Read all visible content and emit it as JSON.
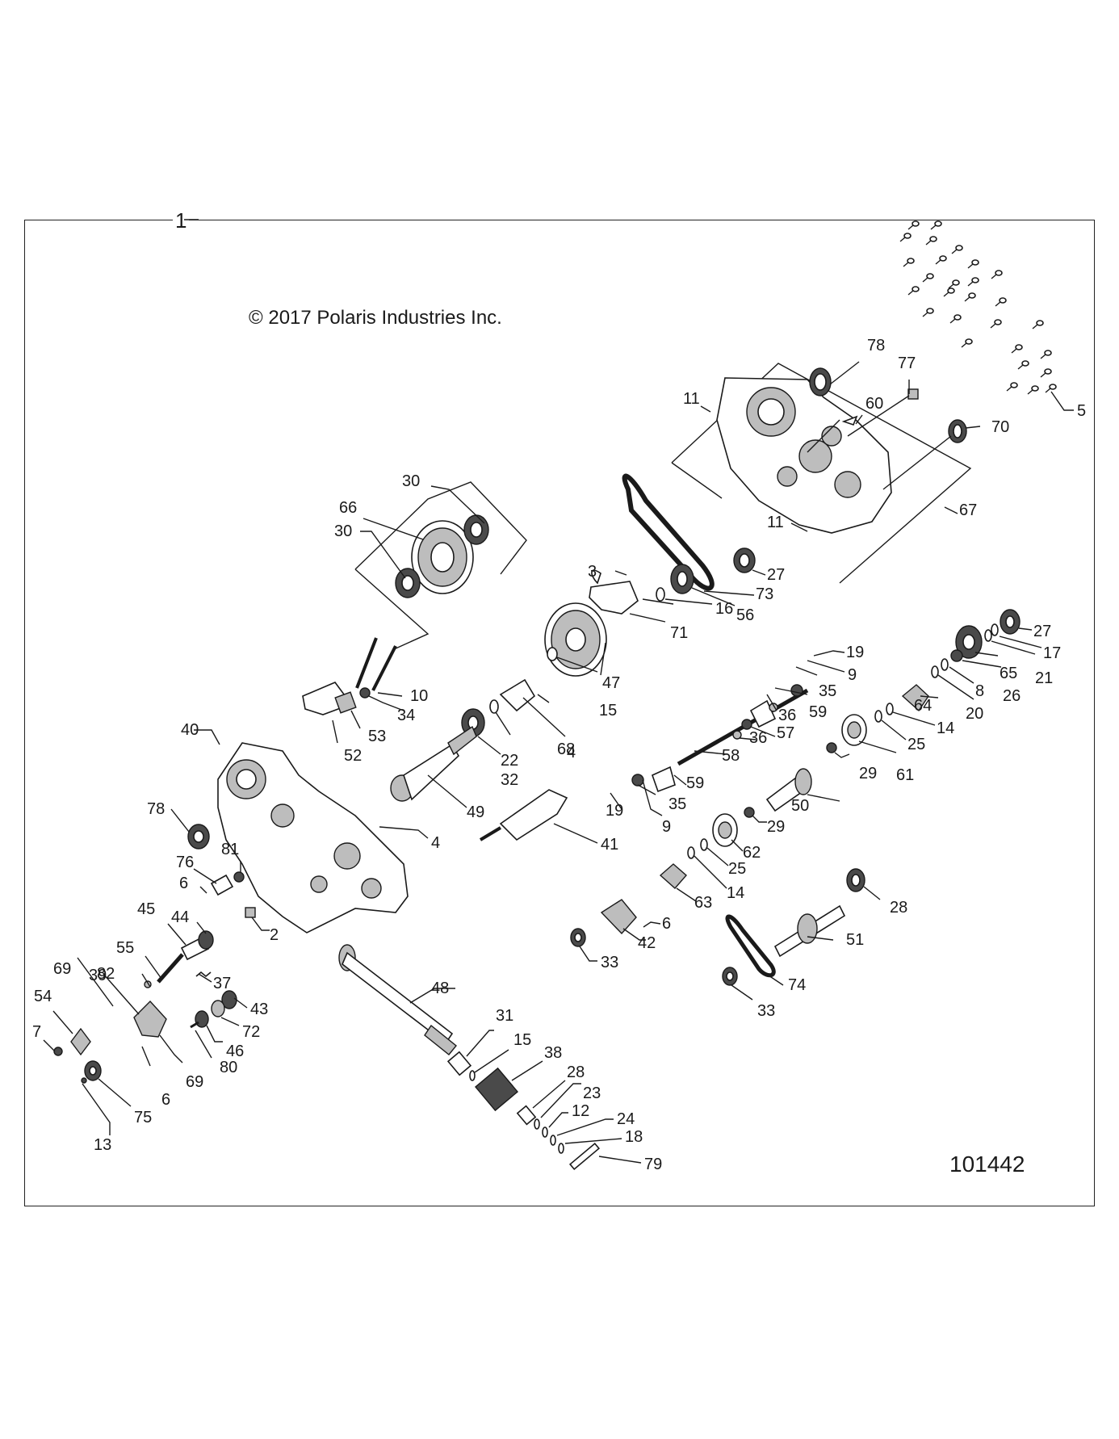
{
  "frame_label": "1",
  "copyright": "© 2017 Polaris Industries Inc.",
  "figure_id": "101442",
  "callouts": [
    {
      "id": "c-5",
      "text": "5"
    },
    {
      "id": "c-78a",
      "text": "78"
    },
    {
      "id": "c-77",
      "text": "77"
    },
    {
      "id": "c-11a",
      "text": "11"
    },
    {
      "id": "c-60",
      "text": "60"
    },
    {
      "id": "c-70",
      "text": "70"
    },
    {
      "id": "c-30a",
      "text": "30"
    },
    {
      "id": "c-66",
      "text": "66"
    },
    {
      "id": "c-30b",
      "text": "30"
    },
    {
      "id": "c-11b",
      "text": "11"
    },
    {
      "id": "c-67",
      "text": "67"
    },
    {
      "id": "c-27a",
      "text": "27"
    },
    {
      "id": "c-3",
      "text": "3"
    },
    {
      "id": "c-73",
      "text": "73"
    },
    {
      "id": "c-56",
      "text": "56"
    },
    {
      "id": "c-16",
      "text": "16"
    },
    {
      "id": "c-71",
      "text": "71"
    },
    {
      "id": "c-27b",
      "text": "27"
    },
    {
      "id": "c-17",
      "text": "17"
    },
    {
      "id": "c-21",
      "text": "21"
    },
    {
      "id": "c-65",
      "text": "65"
    },
    {
      "id": "c-26",
      "text": "26"
    },
    {
      "id": "c-19a",
      "text": "19"
    },
    {
      "id": "c-9a",
      "text": "9"
    },
    {
      "id": "c-35a",
      "text": "35"
    },
    {
      "id": "c-59a",
      "text": "59"
    },
    {
      "id": "c-36a",
      "text": "36"
    },
    {
      "id": "c-47",
      "text": "47"
    },
    {
      "id": "c-15a",
      "text": "15"
    },
    {
      "id": "c-8",
      "text": "8"
    },
    {
      "id": "c-20",
      "text": "20"
    },
    {
      "id": "c-64",
      "text": "64"
    },
    {
      "id": "c-14a",
      "text": "14"
    },
    {
      "id": "c-25a",
      "text": "25"
    },
    {
      "id": "c-57",
      "text": "57"
    },
    {
      "id": "c-36b",
      "text": "36"
    },
    {
      "id": "c-10",
      "text": "10"
    },
    {
      "id": "c-34",
      "text": "34"
    },
    {
      "id": "c-53",
      "text": "53"
    },
    {
      "id": "c-52",
      "text": "52"
    },
    {
      "id": "c-4a",
      "text": "4"
    },
    {
      "id": "c-68",
      "text": "68"
    },
    {
      "id": "c-22",
      "text": "22"
    },
    {
      "id": "c-58",
      "text": "58"
    },
    {
      "id": "c-59b",
      "text": "59"
    },
    {
      "id": "c-29a",
      "text": "29"
    },
    {
      "id": "c-61",
      "text": "61"
    },
    {
      "id": "c-40",
      "text": "40"
    },
    {
      "id": "c-32",
      "text": "32"
    },
    {
      "id": "c-35b",
      "text": "35"
    },
    {
      "id": "c-50",
      "text": "50"
    },
    {
      "id": "c-49",
      "text": "49"
    },
    {
      "id": "c-19b",
      "text": "19"
    },
    {
      "id": "c-9b",
      "text": "9"
    },
    {
      "id": "c-29b",
      "text": "29"
    },
    {
      "id": "c-78b",
      "text": "78"
    },
    {
      "id": "c-41",
      "text": "41"
    },
    {
      "id": "c-62",
      "text": "62"
    },
    {
      "id": "c-4b",
      "text": "4"
    },
    {
      "id": "c-81",
      "text": "81"
    },
    {
      "id": "c-25b",
      "text": "25"
    },
    {
      "id": "c-76",
      "text": "76"
    },
    {
      "id": "c-14b",
      "text": "14"
    },
    {
      "id": "c-6a",
      "text": "6"
    },
    {
      "id": "c-63",
      "text": "63"
    },
    {
      "id": "c-28a",
      "text": "28"
    },
    {
      "id": "c-45",
      "text": "45"
    },
    {
      "id": "c-44",
      "text": "44"
    },
    {
      "id": "c-2",
      "text": "2"
    },
    {
      "id": "c-6b",
      "text": "6"
    },
    {
      "id": "c-51",
      "text": "51"
    },
    {
      "id": "c-42",
      "text": "42"
    },
    {
      "id": "c-55",
      "text": "55"
    },
    {
      "id": "c-33a",
      "text": "33"
    },
    {
      "id": "c-82",
      "text": "82"
    },
    {
      "id": "c-69a",
      "text": "69"
    },
    {
      "id": "c-37",
      "text": "37"
    },
    {
      "id": "c-74",
      "text": "74"
    },
    {
      "id": "c-48",
      "text": "48"
    },
    {
      "id": "c-39",
      "text": "39"
    },
    {
      "id": "c-54",
      "text": "54"
    },
    {
      "id": "c-43",
      "text": "43"
    },
    {
      "id": "c-33b",
      "text": "33"
    },
    {
      "id": "c-72",
      "text": "72"
    },
    {
      "id": "c-7",
      "text": "7"
    },
    {
      "id": "c-31",
      "text": "31"
    },
    {
      "id": "c-15b",
      "text": "15"
    },
    {
      "id": "c-46",
      "text": "46"
    },
    {
      "id": "c-80",
      "text": "80"
    },
    {
      "id": "c-38",
      "text": "38"
    },
    {
      "id": "c-69b",
      "text": "69"
    },
    {
      "id": "c-28b",
      "text": "28"
    },
    {
      "id": "c-23",
      "text": "23"
    },
    {
      "id": "c-6c",
      "text": "6"
    },
    {
      "id": "c-75",
      "text": "75"
    },
    {
      "id": "c-12",
      "text": "12"
    },
    {
      "id": "c-24",
      "text": "24"
    },
    {
      "id": "c-13",
      "text": "13"
    },
    {
      "id": "c-18",
      "text": "18"
    },
    {
      "id": "c-79",
      "text": "79"
    }
  ]
}
